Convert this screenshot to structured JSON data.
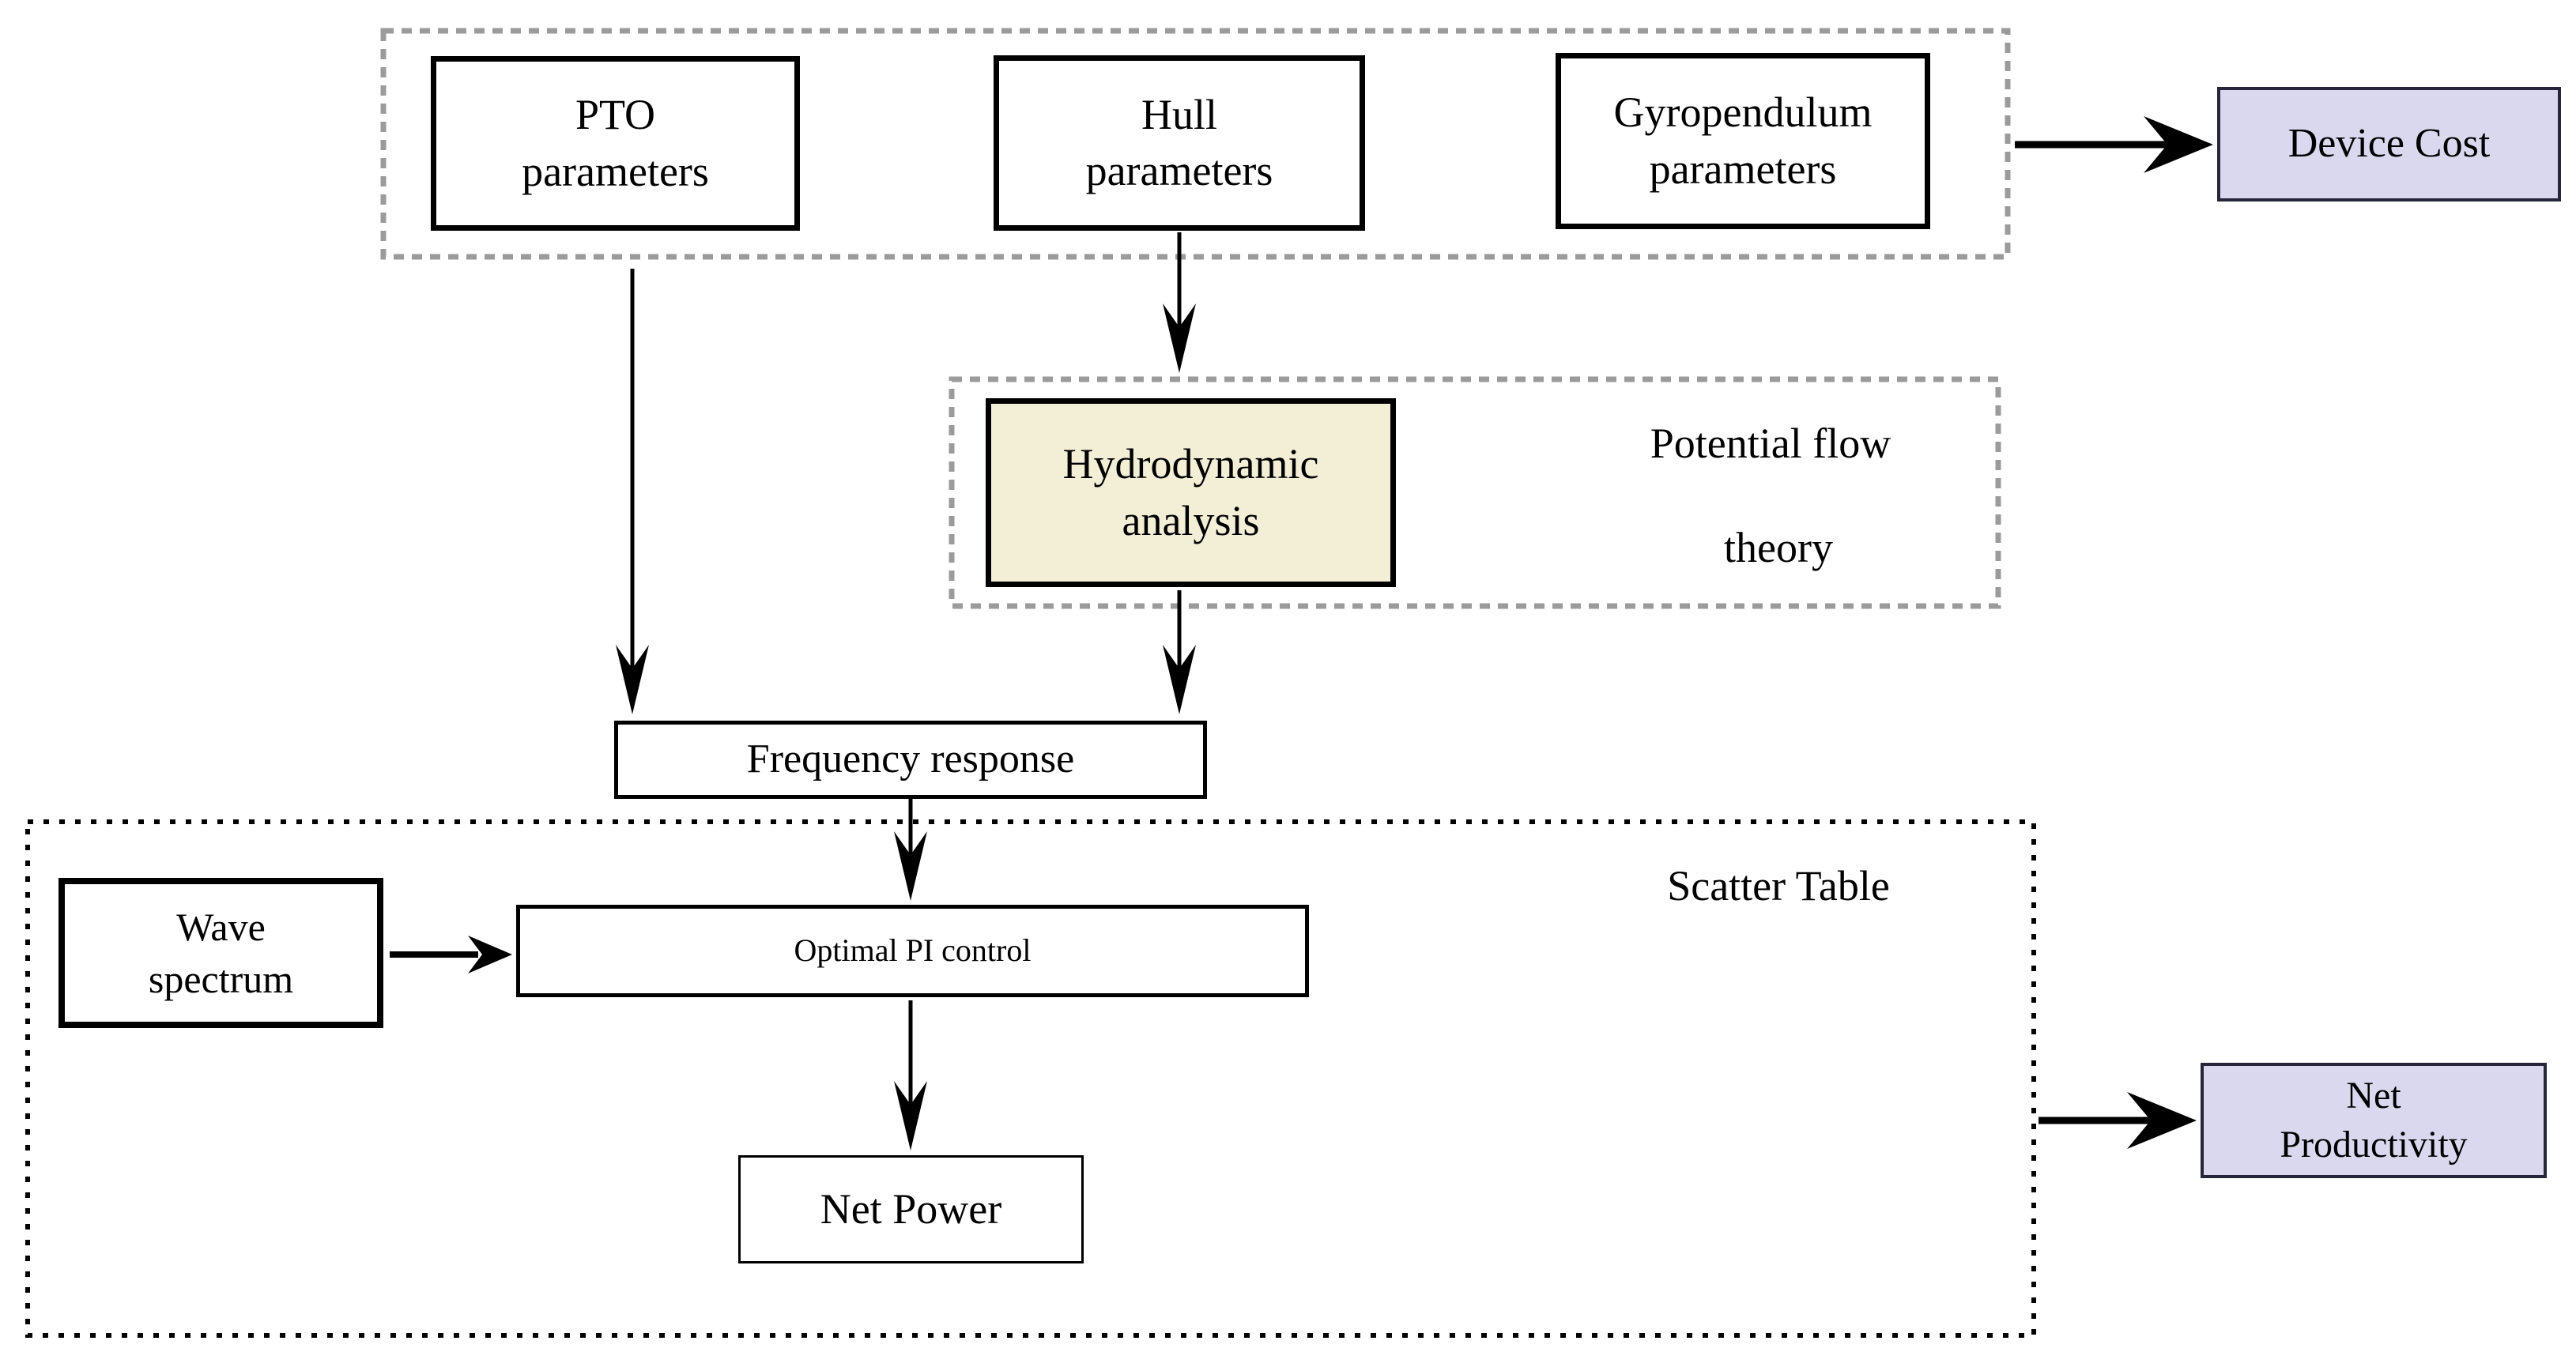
{
  "diagram": {
    "type": "flowchart",
    "colors": {
      "background": "#ffffff",
      "result_box_fill": "#d9d8ee",
      "analysis_box_fill": "#f3eed6",
      "dashed_group_border": "#9b9b9b",
      "dotted_group_border": "#000000",
      "line_color": "#000000"
    },
    "nodes": {
      "pto": {
        "line1": "PTO",
        "line2": "parameters"
      },
      "hull": {
        "line1": "Hull",
        "line2": "parameters"
      },
      "gyropendulum": {
        "line1": "Gyropendulum",
        "line2": "parameters"
      },
      "device_cost": {
        "label": "Device Cost"
      },
      "hydrodynamic": {
        "line1": "Hydrodynamic",
        "line2": "analysis"
      },
      "potential_flow": {
        "line1": "Potential flow",
        "line2": "theory"
      },
      "frequency_response": {
        "label": "Frequency response"
      },
      "scatter_table": {
        "label": "Scatter Table"
      },
      "wave_spectrum": {
        "line1": "Wave",
        "line2": "spectrum"
      },
      "optimal_pi": {
        "label": "Optimal PI control"
      },
      "net_power": {
        "label": "Net Power"
      },
      "net_productivity": {
        "line1": "Net",
        "line2": "Productivity"
      }
    },
    "edges": [
      {
        "from": "parameters-group",
        "to": "device-cost"
      },
      {
        "from": "hull-parameters",
        "to": "hydrodynamic-analysis"
      },
      {
        "from": "pto-parameters",
        "to": "frequency-response"
      },
      {
        "from": "hydrodynamic-analysis",
        "to": "frequency-response"
      },
      {
        "from": "frequency-response",
        "to": "optimal-pi-control"
      },
      {
        "from": "wave-spectrum",
        "to": "optimal-pi-control"
      },
      {
        "from": "optimal-pi-control",
        "to": "net-power"
      },
      {
        "from": "scatter-table-group",
        "to": "net-productivity"
      }
    ]
  }
}
